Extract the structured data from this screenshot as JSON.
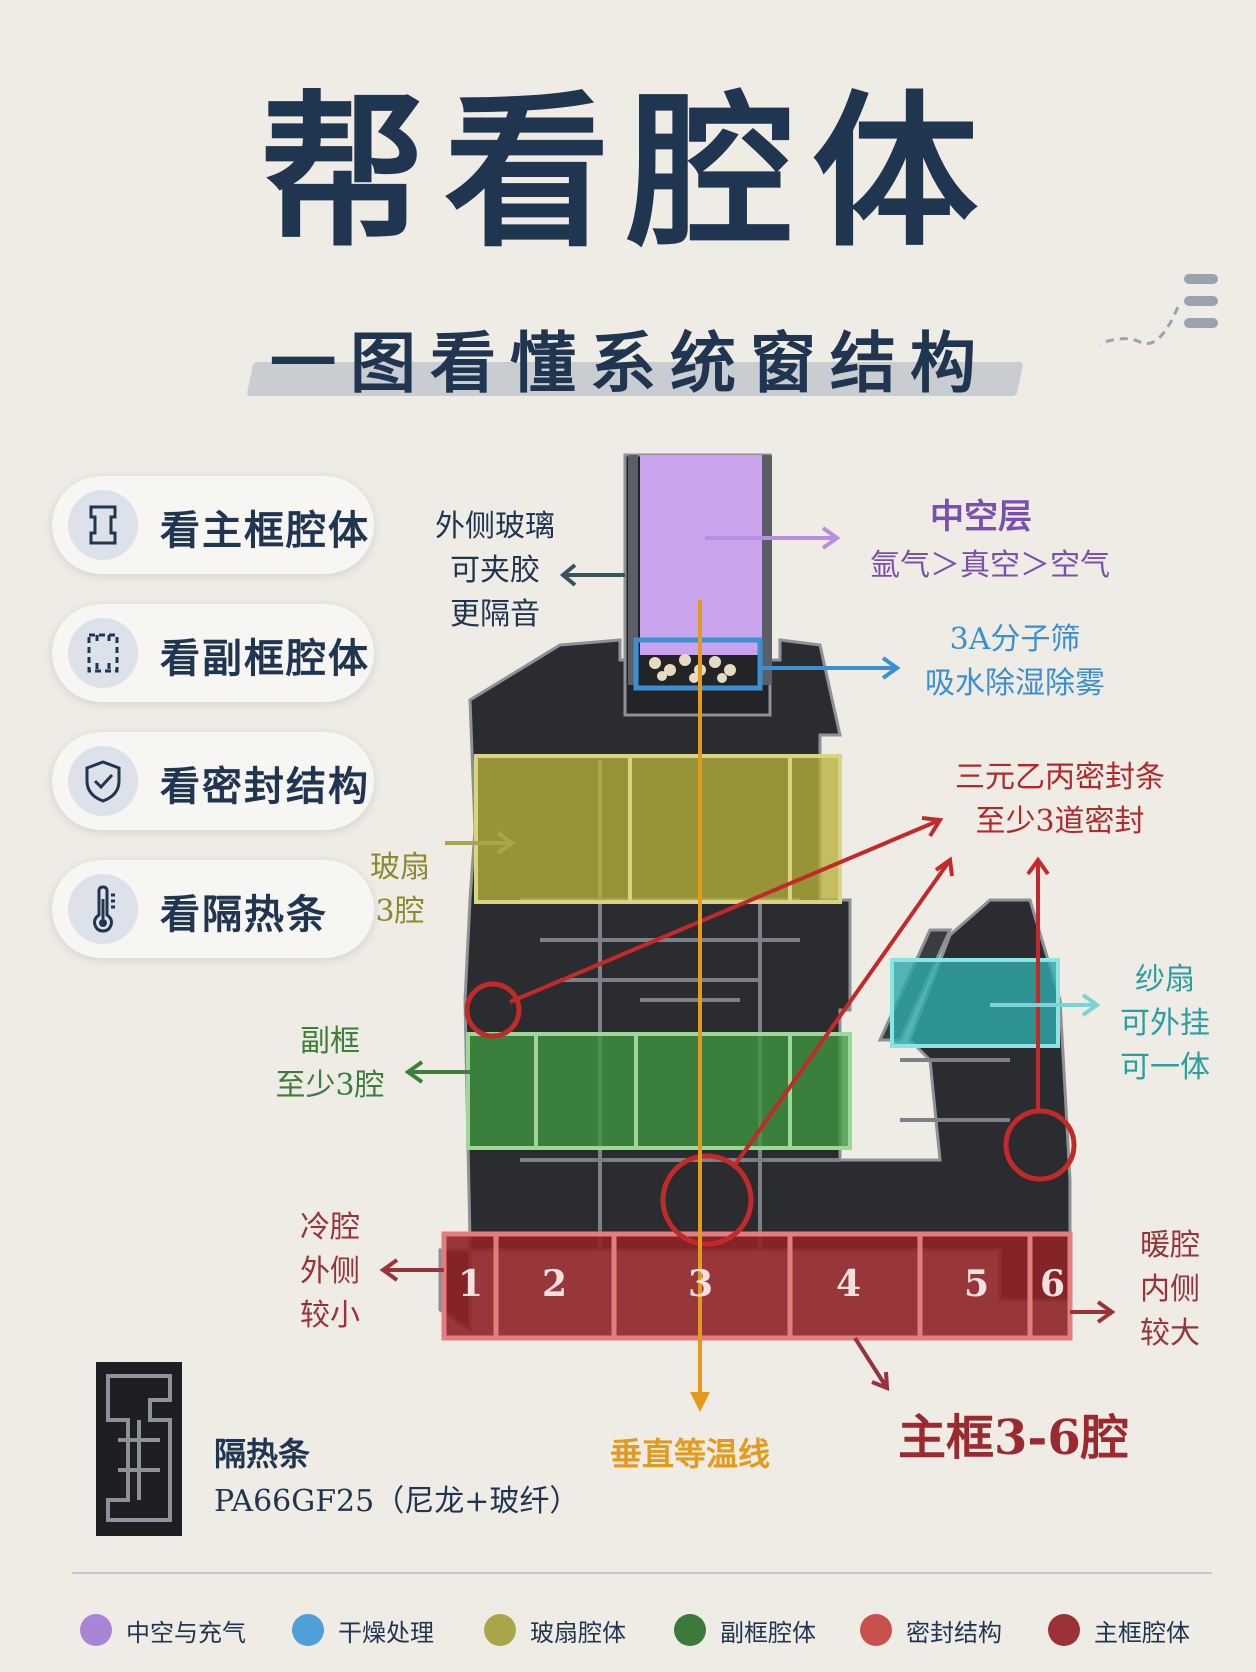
{
  "title": "帮看腔体",
  "subtitle": "一图看懂系统窗结构",
  "menu": [
    {
      "label": "看主框腔体",
      "icon": "frame-profile-icon"
    },
    {
      "label": "看副框腔体",
      "icon": "sub-frame-profile-icon"
    },
    {
      "label": "看密封结构",
      "icon": "shield-check-icon"
    },
    {
      "label": "看隔热条",
      "icon": "thermometer-icon"
    }
  ],
  "annotations": {
    "outer_glass": [
      "外侧玻璃",
      "可夹胶",
      "更隔音"
    ],
    "hollow_title": "中空层",
    "hollow_desc": "氩气＞真空＞空气",
    "sieve": [
      "3A分子筛",
      "吸水除湿除雾"
    ],
    "seal": [
      "三元乙丙密封条",
      "至少3道密封"
    ],
    "sash": [
      "玻扇",
      "3腔"
    ],
    "screen": [
      "纱扇",
      "可外挂",
      "可一体"
    ],
    "subframe": [
      "副框",
      "至少3腔"
    ],
    "cold": [
      "冷腔",
      "外侧",
      "较小"
    ],
    "warm": [
      "暖腔",
      "内侧",
      "较大"
    ],
    "main_frame": "主框3-6腔",
    "isotherm": "垂直等温线",
    "strip_title": "隔热条",
    "strip_material": "PA66GF25（尼龙+玻纤）"
  },
  "chambers": [
    "1",
    "2",
    "3",
    "4",
    "5",
    "6"
  ],
  "legend": [
    {
      "label": "中空与充气",
      "color": "#a884d4"
    },
    {
      "label": "干燥处理",
      "color": "#4f9fd8"
    },
    {
      "label": "玻扇腔体",
      "color": "#a9a64a"
    },
    {
      "label": "副框腔体",
      "color": "#3b7a3a"
    },
    {
      "label": "密封结构",
      "color": "#c9514d"
    },
    {
      "label": "主框腔体",
      "color": "#9a3338"
    }
  ],
  "colors": {
    "navy": "#1f3550",
    "hollow": "#7a4fb0",
    "sieve": "#3c8fd0",
    "sash": "#8c8a30",
    "subframe": "#3c7e3a",
    "seal": "#b02a2a",
    "isotherm": "#e49a1c",
    "profile": "#2a2c30"
  }
}
